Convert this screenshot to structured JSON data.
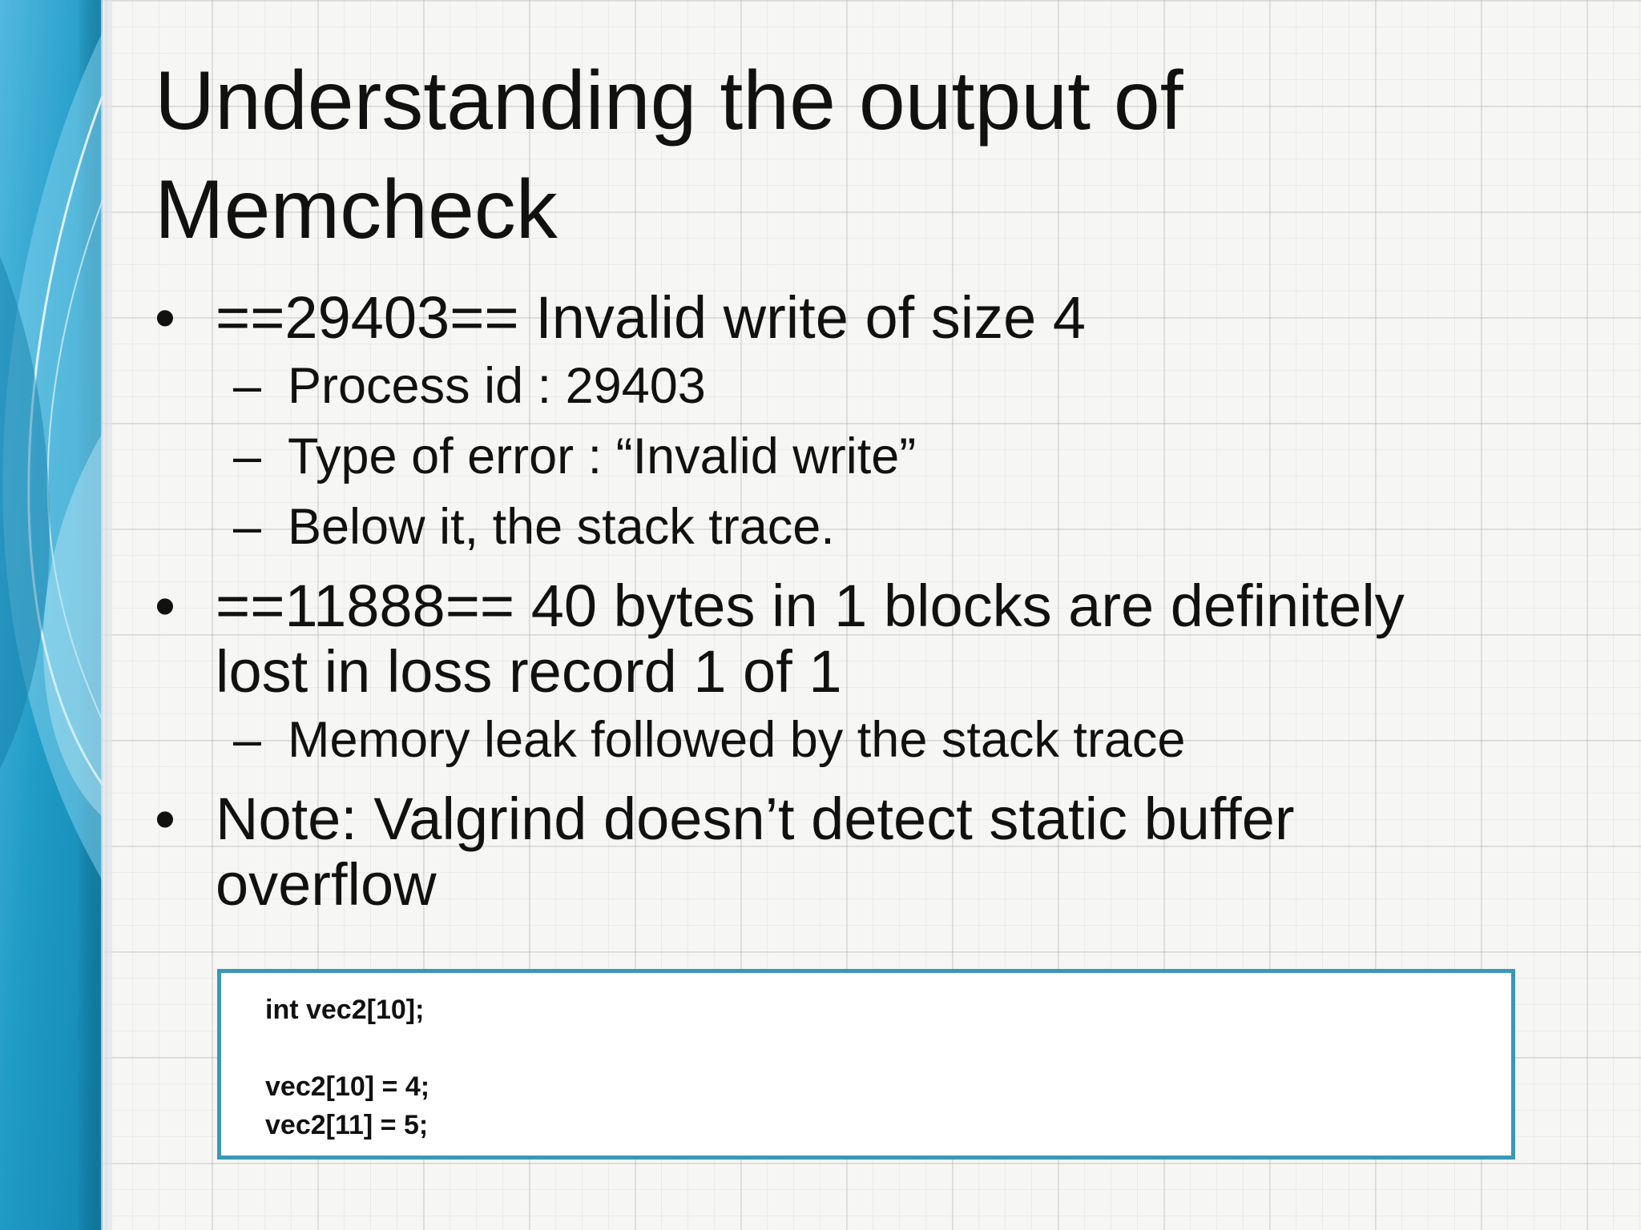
{
  "slide": {
    "title_line1": "Understanding the output of",
    "title_line2": "Memcheck",
    "bullet_glyph": "•",
    "dash_glyph": "–",
    "bullets": [
      {
        "text": "==29403== Invalid write of size 4",
        "subitems": [
          "Process id : 29403",
          "Type of error : “Invalid write”",
          "Below it, the stack trace."
        ]
      },
      {
        "text_line1": "==11888== 40 bytes in 1 blocks are definitely",
        "text_line2": "lost in loss record 1 of 1",
        "subitems": [
          "Memory leak followed by the stack trace"
        ]
      },
      {
        "text_line1": "Note: Valgrind doesn’t detect static buffer",
        "text_line2": "overflow"
      }
    ],
    "code": [
      "int vec2[10];",
      "",
      "vec2[10] = 4;",
      "vec2[11] = 5;"
    ]
  },
  "colors": {
    "accent": "#3a98b6",
    "band_dark": "#1f8fb7",
    "band_light": "#7fd0ec"
  }
}
